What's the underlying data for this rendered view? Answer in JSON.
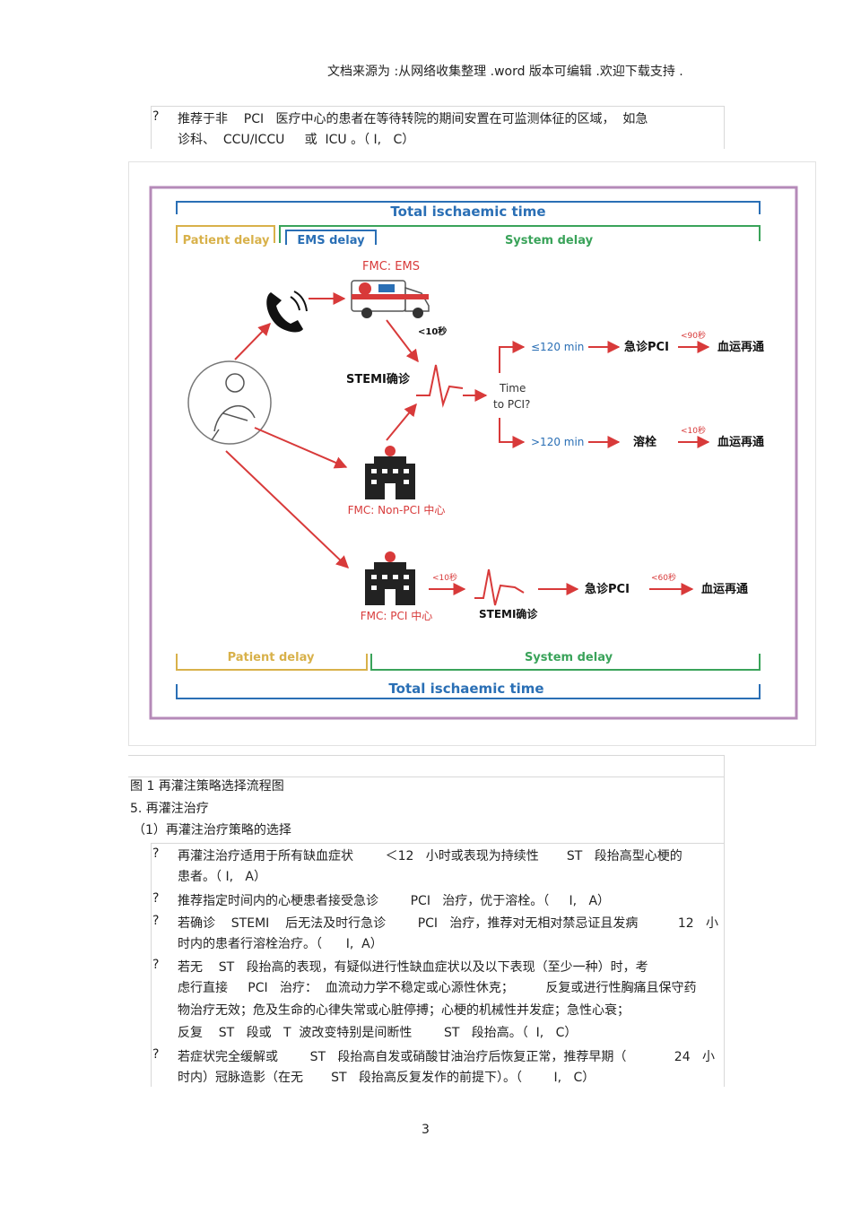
{
  "header": {
    "source_line": "文档来源为 :从网络收集整理   .word  版本可编辑  .欢迎下载支持   ."
  },
  "intro_bullet": {
    "mark": "?",
    "line1": "推荐于非    PCI   医疗中心的患者在等待转院的期间安置在可监测体征的区域，  如急",
    "line2": "诊科、  CCU/ICCU     或  ICU 。（ I,   C）"
  },
  "figure": {
    "total_time_top": "Total ischaemic time",
    "patient_delay_top": "Patient delay",
    "ems_delay": "EMS delay",
    "system_delay_top": "System delay",
    "fmc_ems": "FMC: EMS",
    "ems_to_stemi": "<10秒",
    "stemi_dx_1": "STEMI确诊",
    "time_q1": "Time",
    "time_q2": "to PCI?",
    "branch_fast": "≤120 min",
    "urgent_pci_1": "急诊PCI",
    "t90": "<90秒",
    "reperfusion_1": "血运再通",
    "branch_slow": ">120 min",
    "lysis": "溶栓",
    "t10_lysis": "<10秒",
    "reperfusion_2": "血运再通",
    "fmc_nonpci": "FMC: Non-PCI 中心",
    "fmc_pci": "FMC: PCI 中心",
    "t10_pci": "<10秒",
    "stemi_dx_2": "STEMI确诊",
    "urgent_pci_2": "急诊PCI",
    "t60": "<60秒",
    "reperfusion_3": "血运再通",
    "patient_delay_bottom": "Patient delay",
    "system_delay_bottom": "System delay",
    "total_time_bottom": "Total ischaemic time",
    "colors": {
      "red": "#d83a3a",
      "blue": "#2a6fb5",
      "gold": "#d8b14a",
      "green": "#3aa35a",
      "frame": "#b58ab8"
    }
  },
  "caption": "图  1   再灌注策略选择流程图",
  "section": "5.  再灌注治疗",
  "subsection": "（1）再灌注治疗策略的选择",
  "bullets": [
    {
      "mark": "?",
      "lines": [
        "再灌注治疗适用于所有缺血症状        ＜12   小时或表现为持续性       ST   段抬高型心梗的",
        "患者。（ I,   A）"
      ]
    },
    {
      "mark": "?",
      "lines": [
        "推荐指定时间内的心梗患者接受急诊        PCI   治疗，优于溶栓。（     I,   A）"
      ]
    },
    {
      "mark": "?",
      "lines": [
        "若确诊    STEMI    后无法及时行急诊        PCI   治疗，推荐对无相对禁忌证且发病          12   小",
        "时内的患者行溶栓治疗。（      I,  A）"
      ]
    },
    {
      "mark": "?",
      "lines": [
        "若无    ST   段抬高的表现，有疑似进行性缺血症状以及以下表现（至少一种）时，考",
        "虑行直接     PCI   治疗：  血流动力学不稳定或心源性休克；        反复或进行性胸痛且保守药",
        "物治疗无效；危及生命的心律失常或心脏停搏；心梗的机械性并发症；急性心衰；",
        "反复    ST   段或   T  波改变特别是间断性        ST   段抬高。（  I,   C）"
      ]
    },
    {
      "mark": "?",
      "lines": [
        "若症状完全缓解或        ST   段抬高自发或硝酸甘油治疗后恢复正常，推荐早期（            24   小",
        "时内）冠脉造影（在无       ST   段抬高反复发作的前提下）。（        I,   C）"
      ]
    }
  ],
  "page_number": "3"
}
